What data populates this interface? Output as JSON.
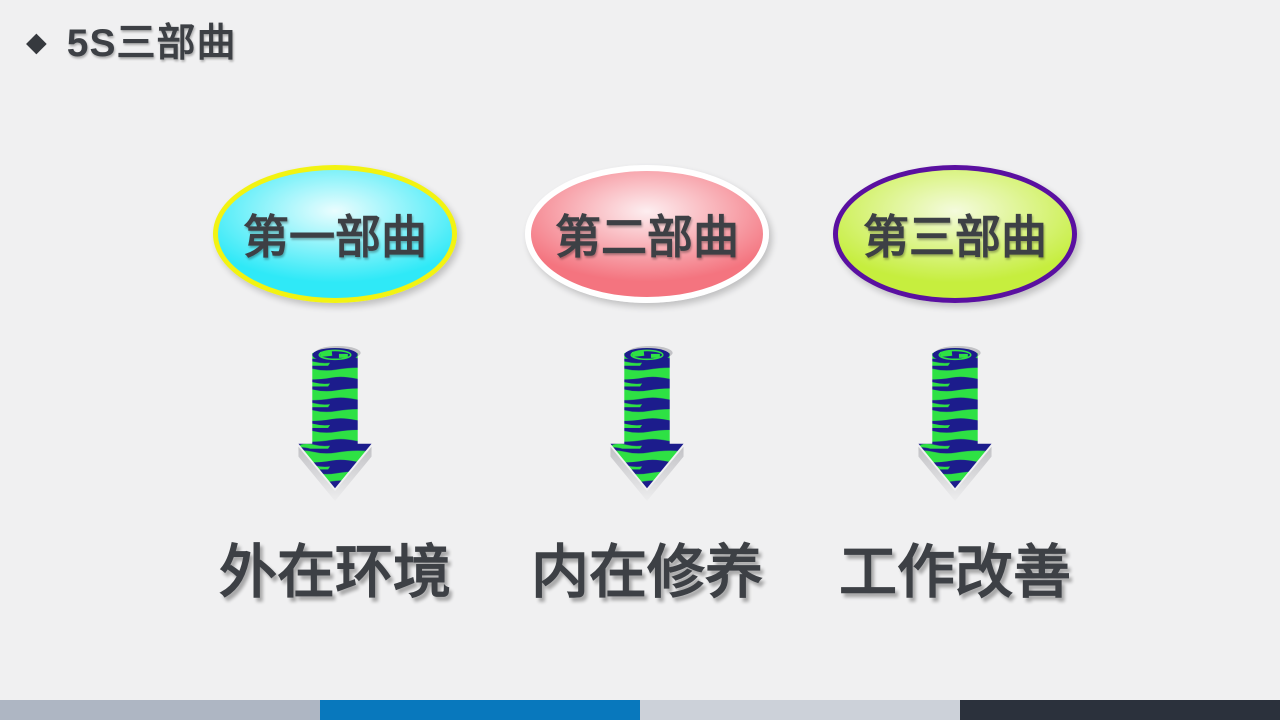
{
  "title": {
    "bullet": "◆",
    "text": "5S三部曲"
  },
  "columns": [
    {
      "step": "第一部曲",
      "label": "外在环境"
    },
    {
      "step": "第二部曲",
      "label": "内在修养"
    },
    {
      "step": "第三部曲",
      "label": "工作改善"
    }
  ],
  "colors": {
    "background": "#f0f0f1",
    "text": "#3d4045",
    "ellipse1_border": "#f2f312",
    "ellipse1_edge": "#2fe9f7",
    "ellipse1_center": "#eafdfe",
    "ellipse2_border": "#ffffff",
    "ellipse2_edge": "#f4747f",
    "ellipse2_center": "#fdeef0",
    "ellipse3_border": "#5a10a0",
    "ellipse3_edge": "#c6ee3e",
    "ellipse3_center": "#f4fbdd",
    "arrow_navy": "#1c1c8c",
    "arrow_green": "#2ee144",
    "arrow_gray": "#c2c2c6",
    "footer_seg1": "#aeb6c3",
    "footer_seg2": "#0878bd",
    "footer_seg3": "#ccd1d9",
    "footer_seg4": "#2b313c"
  }
}
